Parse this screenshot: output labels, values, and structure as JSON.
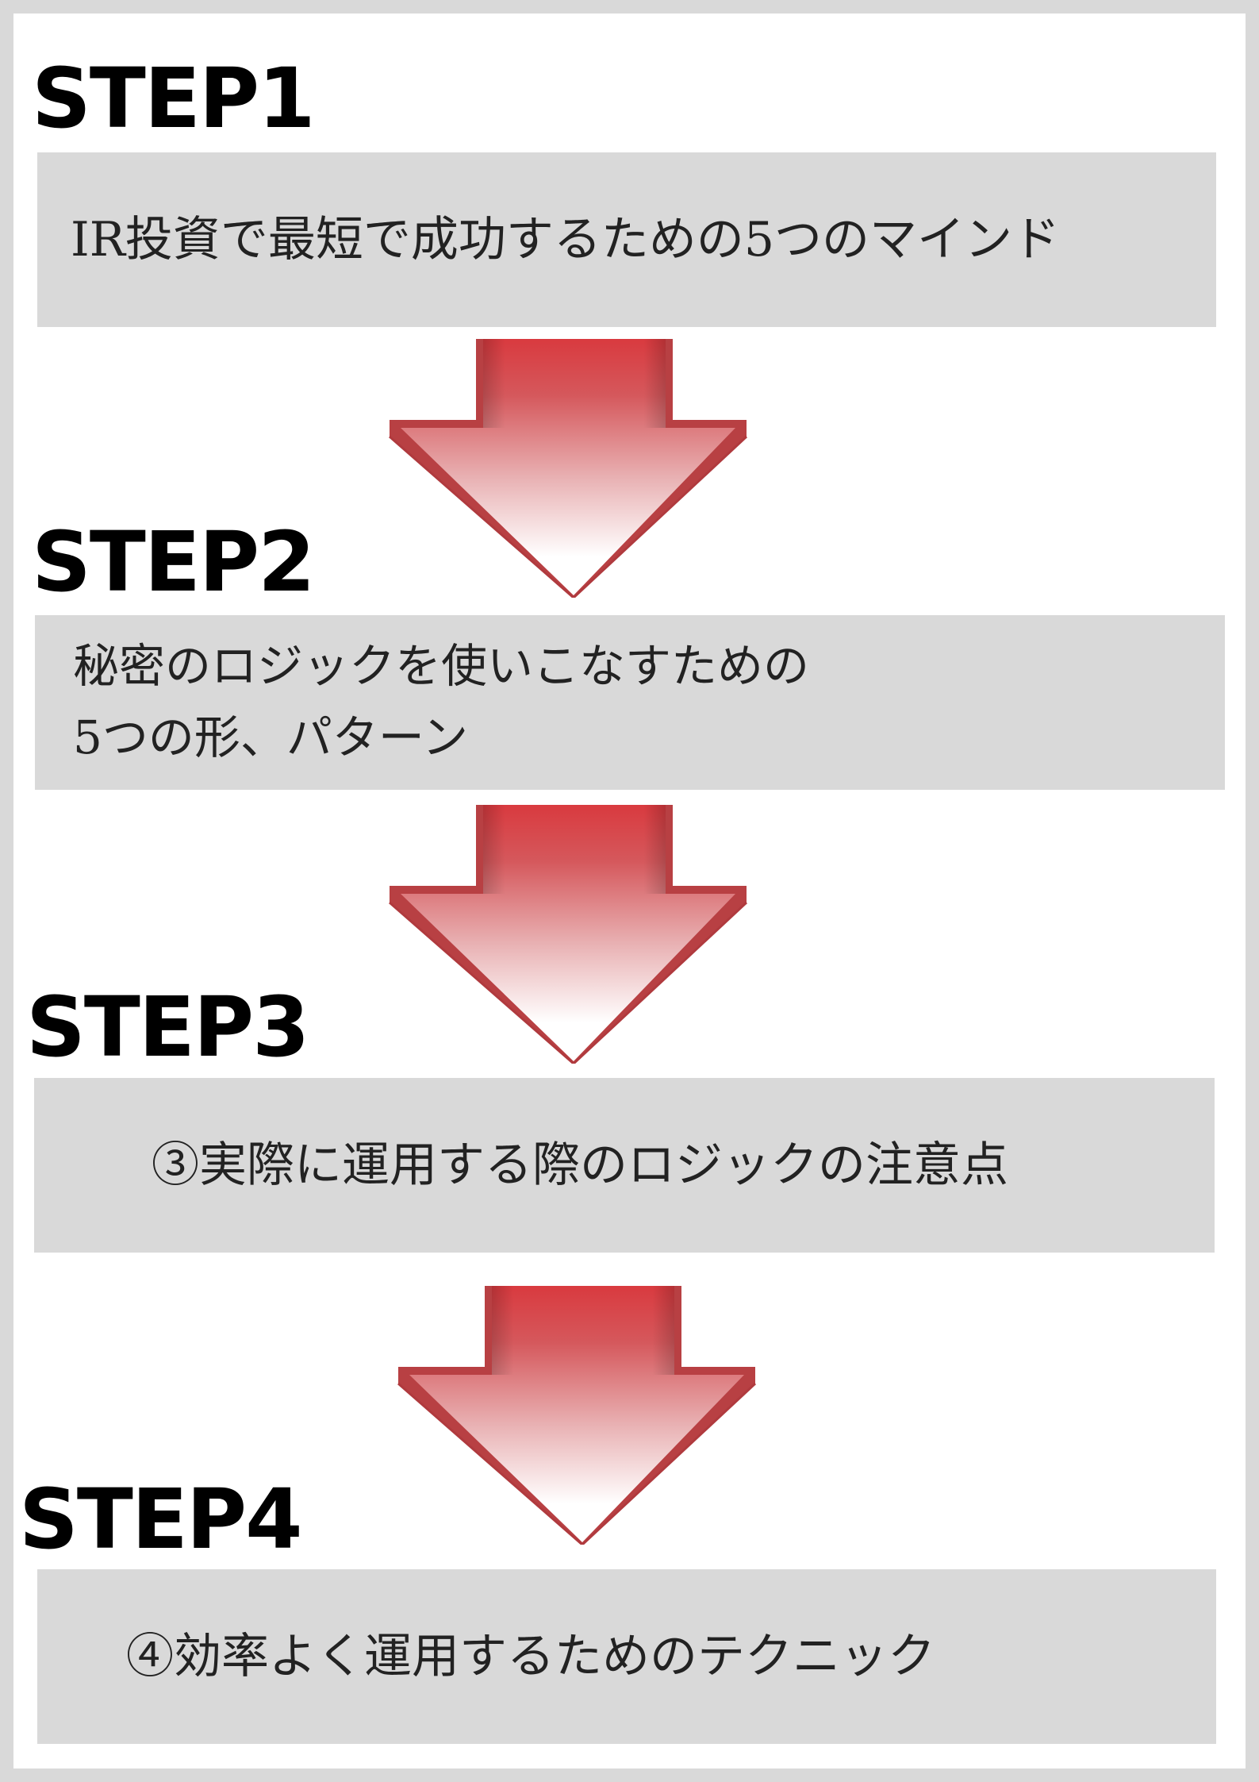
{
  "steps": [
    {
      "title": "STEP1",
      "lines": [
        "IR投資で最短で成功するための5つのマインド"
      ]
    },
    {
      "title": "STEP2",
      "lines": [
        "秘密のロジックを使いこなすための",
        "5つの形、パターン"
      ]
    },
    {
      "title": "STEP3",
      "lines": [
        "③実際に運用する際のロジックの注意点"
      ]
    },
    {
      "title": "STEP4",
      "lines": [
        "④効率よく運用するためのテクニック"
      ]
    }
  ],
  "colors": {
    "page_border": "#d9d9d9",
    "box_fill": "#d9d9d9",
    "arrow_red": "#d93a3f",
    "arrow_edge": "#b03a3e",
    "title_text": "#000000"
  },
  "icons": {
    "arrow": "down-arrow-icon"
  }
}
